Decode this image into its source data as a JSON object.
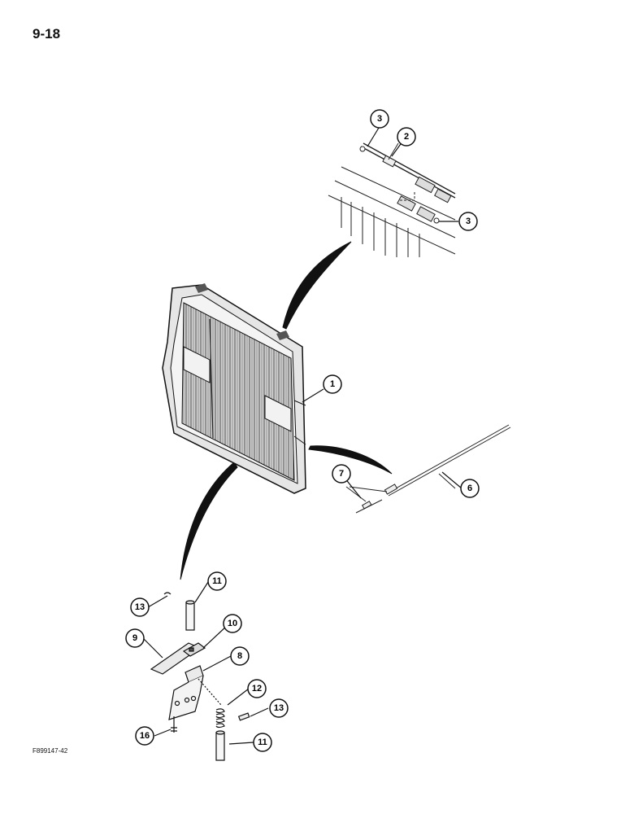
{
  "page_number": "9-18",
  "figure_code": "F899147-42",
  "callouts": {
    "c3_top": "3",
    "c2": "2",
    "c3_right": "3",
    "c1": "1",
    "c7": "7",
    "c6": "6",
    "c11_top": "11",
    "c13_left": "13",
    "c10": "10",
    "c9": "9",
    "c8": "8",
    "c12": "12",
    "c13_right": "13",
    "c16": "16",
    "c11_bottom": "11"
  }
}
